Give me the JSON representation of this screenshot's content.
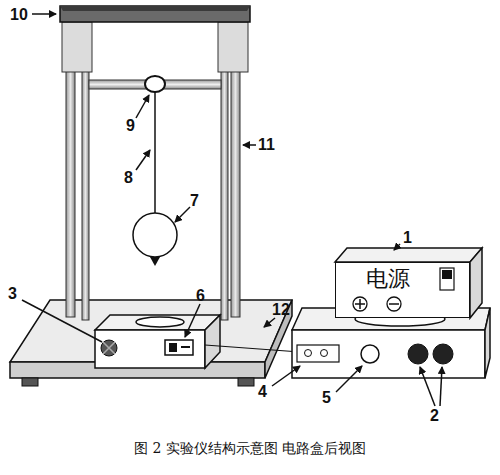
{
  "diagram": {
    "caption": "图 2 实验仪结构示意图 电路盒后视图",
    "nodes": [
      {
        "text": [
          "电源"
        ]
      }
    ],
    "labels": [
      "1",
      "10",
      "9",
      "8",
      "7",
      "11",
      "3",
      "6",
      "12",
      "4",
      "5",
      "2"
    ]
  }
}
